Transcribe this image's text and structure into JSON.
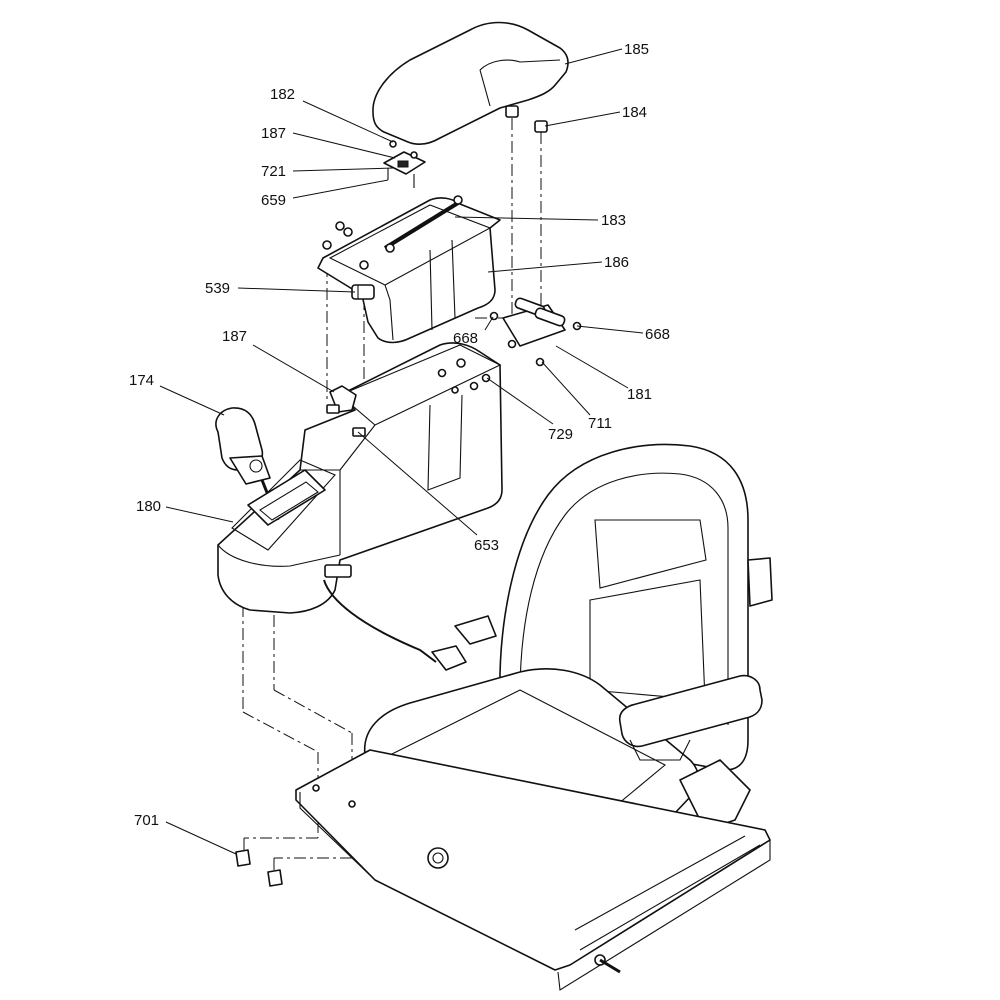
{
  "callouts": [
    {
      "id": "c185",
      "label": "185"
    },
    {
      "id": "c184",
      "label": "184"
    },
    {
      "id": "c182",
      "label": "182"
    },
    {
      "id": "c187a",
      "label": "187"
    },
    {
      "id": "c721",
      "label": "721"
    },
    {
      "id": "c659",
      "label": "659"
    },
    {
      "id": "c183",
      "label": "183"
    },
    {
      "id": "c186",
      "label": "186"
    },
    {
      "id": "c539",
      "label": "539"
    },
    {
      "id": "c668a",
      "label": "668"
    },
    {
      "id": "c668b",
      "label": "668"
    },
    {
      "id": "c187b",
      "label": "187"
    },
    {
      "id": "c174",
      "label": "174"
    },
    {
      "id": "c181",
      "label": "181"
    },
    {
      "id": "c729",
      "label": "729"
    },
    {
      "id": "c711",
      "label": "711"
    },
    {
      "id": "c180",
      "label": "180"
    },
    {
      "id": "c653",
      "label": "653"
    },
    {
      "id": "c701",
      "label": "701"
    }
  ]
}
